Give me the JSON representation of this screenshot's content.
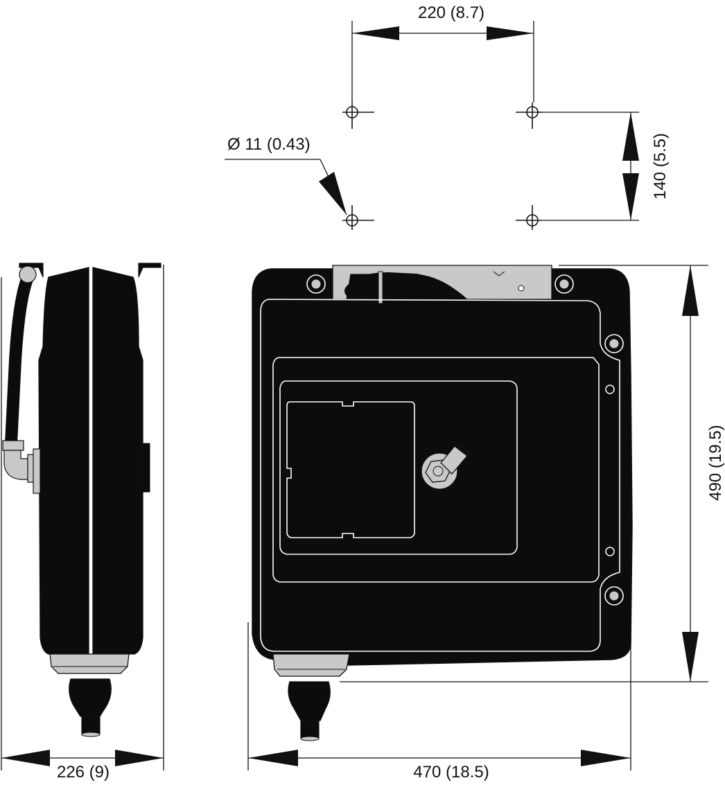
{
  "dimensions": {
    "hole_spacing_horizontal": "220 (8.7)",
    "hole_spacing_vertical": "140 (5.5)",
    "hole_diameter": "Ø 11 (0.43)",
    "height": "490 (19.5)",
    "width": "470 (18.5)",
    "depth": "226 (9)"
  },
  "colors": {
    "line": "#111111",
    "body": "#0c0c0c",
    "metal": "#c9c9c9",
    "background": "#ffffff"
  }
}
